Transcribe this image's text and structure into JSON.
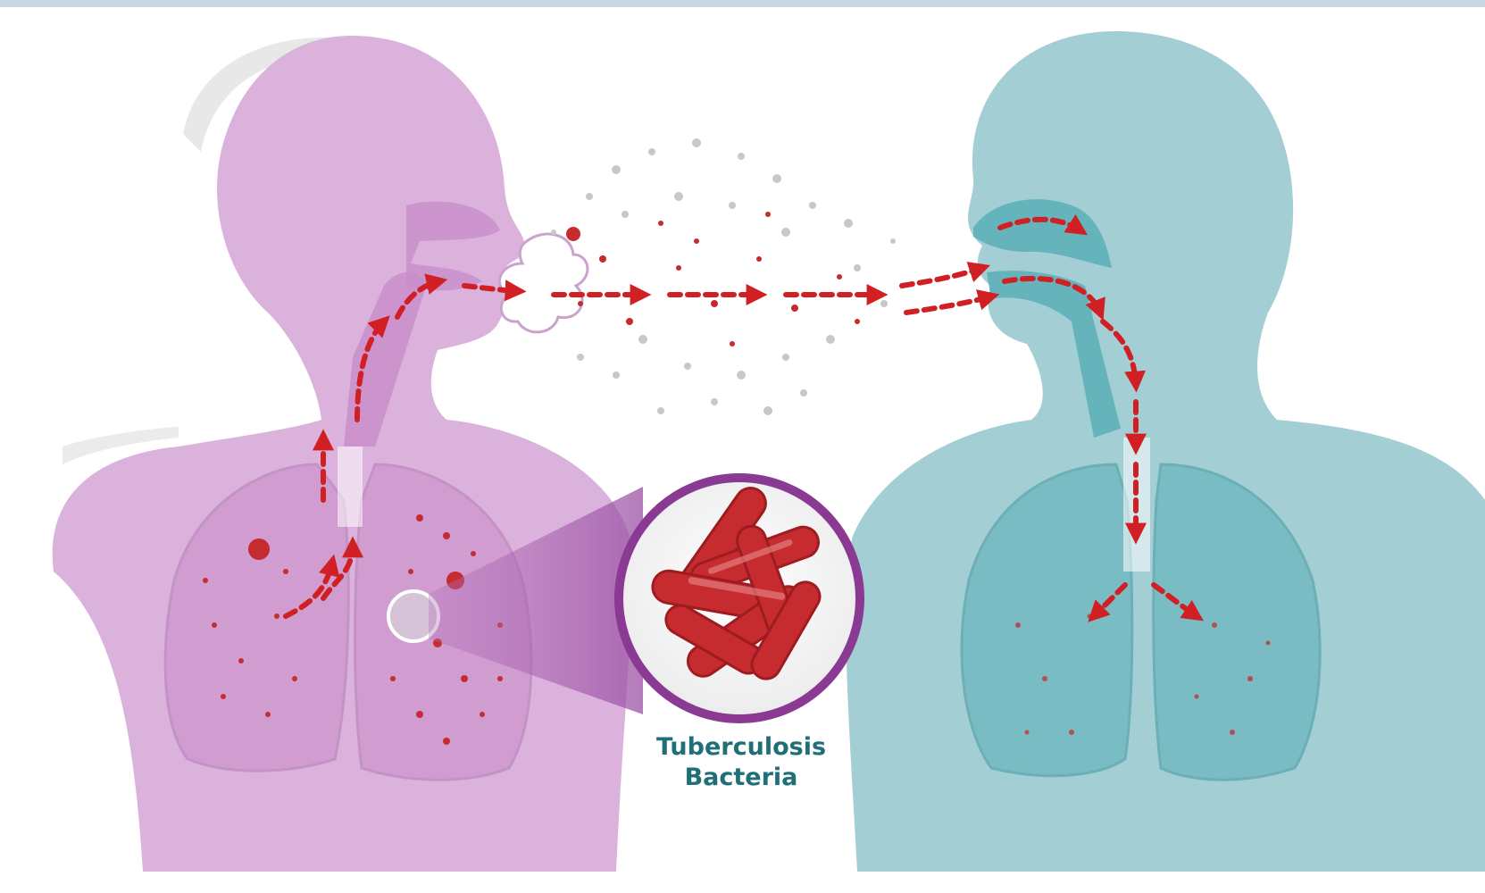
{
  "diagram": {
    "label_line_1": "Tuberculosis",
    "label_line_2": "Bacteria",
    "colors": {
      "infected_person": "#dbb2dc",
      "infected_organs": "#c98dc9",
      "healthy_person": "#a3cfd4",
      "healthy_organs": "#5fb0b8",
      "bacteria": "#c62b2f",
      "arrow": "#d02024",
      "zoom_ring": "#8a3a93",
      "label": "#1f6f78"
    },
    "icons": [
      "infected-person",
      "healthy-person",
      "bacteria-cluster",
      "droplet-cloud",
      "transmission-arrow"
    ]
  }
}
